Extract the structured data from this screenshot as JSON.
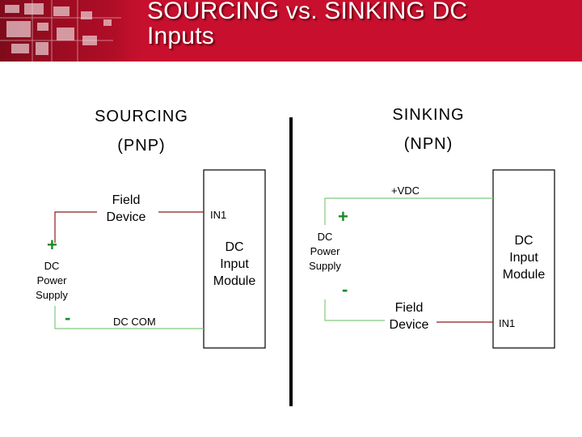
{
  "header": {
    "title_line1": "SOURCING  vs. SINKING DC",
    "title_line2": "Inputs",
    "logo": "circuit-board-icon"
  },
  "sourcing": {
    "title_line1": "SOURCING",
    "title_line2": "(PNP)",
    "field_device_line1": "Field",
    "field_device_line2": "Device",
    "in_label": "IN1",
    "module_line1": "DC",
    "module_line2": "Input",
    "module_line3": "Module",
    "plus": "+",
    "minus": "-",
    "supply_line1": "DC",
    "supply_line2": "Power",
    "supply_line3": "Supply",
    "com_label": "DC COM"
  },
  "sinking": {
    "title_line1": "SINKING",
    "title_line2": "(NPN)",
    "vdc_label": "+VDC",
    "plus": "+",
    "minus": "-",
    "supply_line1": "DC",
    "supply_line2": "Power",
    "supply_line3": "Supply",
    "field_device_line1": "Field",
    "field_device_line2": "Device",
    "module_line1": "DC",
    "module_line2": "Input",
    "module_line3": "Module",
    "in_label": "IN1"
  },
  "colors": {
    "header": "#c8102e",
    "positive_wire": "#8b1a1a",
    "negative_wire": "#7fc97f",
    "divider": "#000000",
    "sign": "#1a8a2a"
  }
}
